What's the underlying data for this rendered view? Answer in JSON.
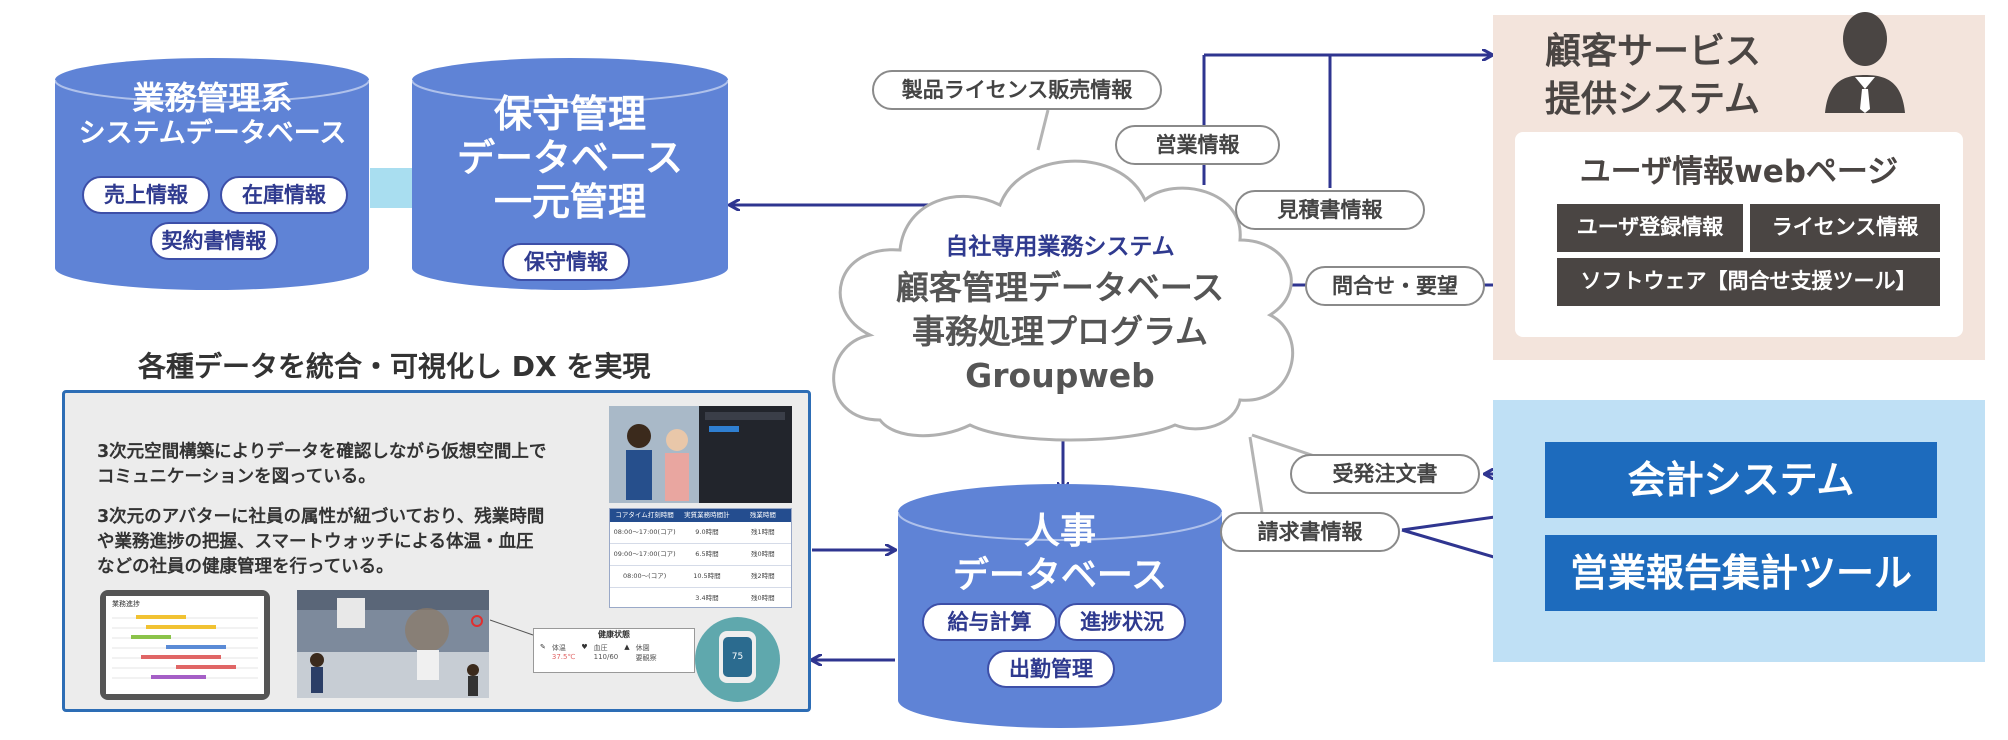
{
  "gyomu_db": {
    "title_line1": "業務管理系",
    "title_line2": "システムデータベース",
    "tags": [
      "売上情報",
      "在庫情報",
      "契約書情報"
    ]
  },
  "hoshu_db": {
    "title_line1": "保守管理",
    "title_line2": "データベース",
    "title_line3": "一元管理",
    "tag": "保守情報"
  },
  "cloud": {
    "subtitle": "自社専用業務システム",
    "line1": "顧客管理データベース",
    "line2": "事務処理プログラム",
    "line3": "Groupweb"
  },
  "flow_labels": {
    "product_license": "製品ライセンス販売情報",
    "sales_info": "営業情報",
    "estimate": "見積書情報",
    "inquiry": "問合せ・要望",
    "order": "受発注文書",
    "invoice": "請求書情報"
  },
  "customer_service": {
    "title_line1": "顧客サービス",
    "title_line2": "提供システム",
    "panel_title": "ユーザ情報webページ",
    "tags": [
      "ユーザ登録情報",
      "ライセンス情報",
      "ソフトウェア【問合せ支援ツール】"
    ]
  },
  "accounting": {
    "system": "会計システム",
    "report_tool": "営業報告集計ツール"
  },
  "hr_db": {
    "title_line1": "人事",
    "title_line2": "データベース",
    "tags": [
      "給与計算",
      "進捗状況",
      "出勤管理"
    ]
  },
  "dx": {
    "heading": "各種データを統合・可視化し DX を実現",
    "para1_line1": "3次元空間構築によりデータを確認しながら仮想空間上で",
    "para1_line2": "コミュニケーションを図っている。",
    "para2_line1": "3次元のアバターに社員の属性が紐づいており、残業時間",
    "para2_line2": "や業務進捗の把握、スマートウォッチによる体温・血圧",
    "para2_line3": "などの社員の健康管理を行っている。",
    "health_title": "健康状態",
    "temp_label": "体温",
    "temp_value": "37.5℃",
    "bp_label": "血圧",
    "bp_value": "110/60",
    "rest_label": "休園",
    "rest_value": "要観察",
    "watch_value": "75",
    "table_headers": [
      "コアタイム打刻時間",
      "実質業務時間計",
      "残業時間"
    ],
    "table_rows": [
      [
        "08:00～17:00(コア)",
        "9.0時間",
        "残1時間"
      ],
      [
        "09:00～17:00(コア)",
        "6.5時間",
        "残0時間"
      ],
      [
        "08:00～(コア)",
        "10.5時間",
        "残2時間"
      ],
      [
        "",
        "3.4時間",
        "残0時間"
      ]
    ],
    "gantt_title": "業務進捗"
  }
}
